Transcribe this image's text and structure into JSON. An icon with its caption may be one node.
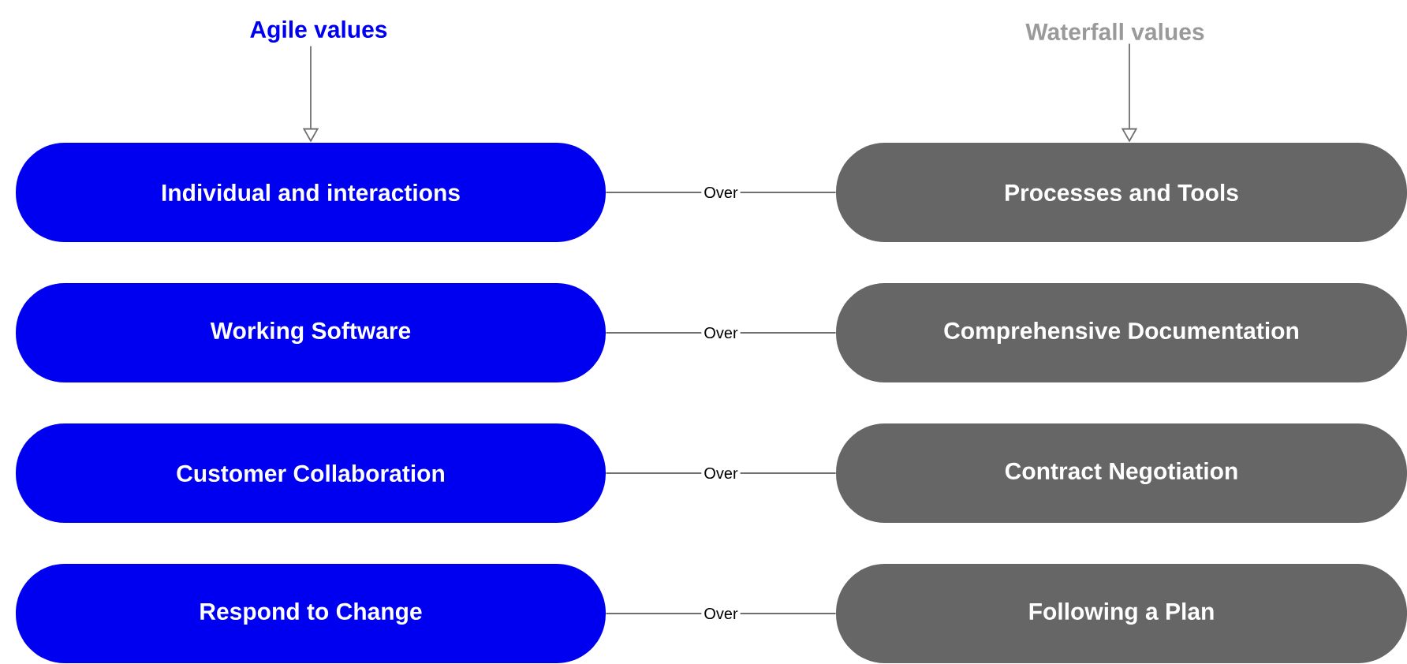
{
  "diagram": {
    "nodes": [
      {
        "text": [
          "Agile values"
        ]
      },
      {
        "text": [
          "Waterfall values"
        ]
      },
      {
        "text": [
          "Individual and interactions"
        ]
      },
      {
        "text": [
          "Processes and Tools"
        ]
      },
      {
        "text": [
          "Working Software"
        ]
      },
      {
        "text": [
          "Comprehensive Documentation"
        ]
      },
      {
        "text": [
          "Customer Collaboration"
        ]
      },
      {
        "text": [
          "Contract Negotiation"
        ]
      },
      {
        "text": [
          "Respond to Change"
        ]
      },
      {
        "text": [
          "Following a Plan"
        ]
      }
    ],
    "edges": [
      {
        "from": 0,
        "to": 2,
        "arrow": "to"
      },
      {
        "from": 1,
        "to": 3,
        "arrow": "to"
      },
      {
        "from": 2,
        "to": 3,
        "arrow": "none",
        "label": "Over"
      },
      {
        "from": 4,
        "to": 5,
        "arrow": "none",
        "label": "Over"
      },
      {
        "from": 6,
        "to": 7,
        "arrow": "none",
        "label": "Over"
      },
      {
        "from": 8,
        "to": 9,
        "arrow": "none",
        "label": "Over"
      }
    ]
  }
}
